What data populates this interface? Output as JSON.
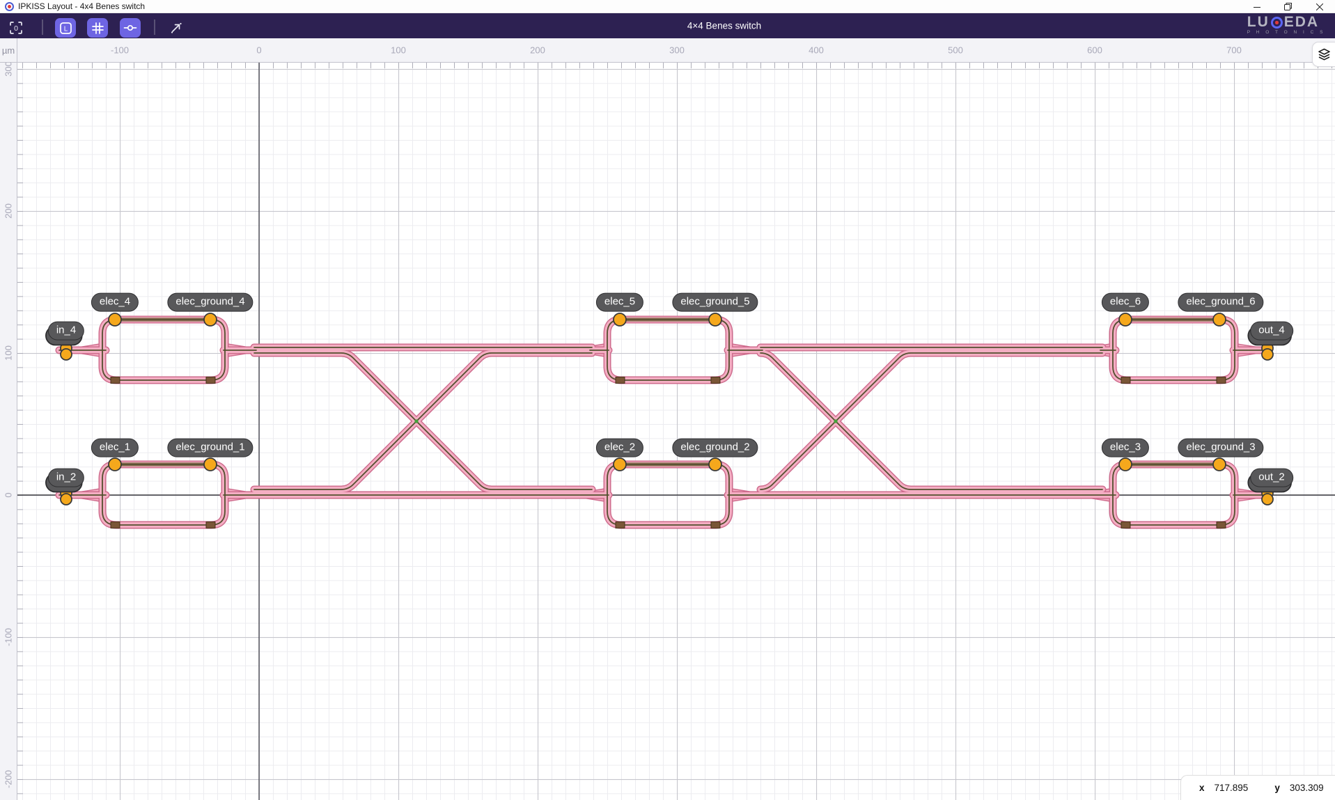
{
  "titlebar": {
    "title": "IPKISS Layout - 4x4 Benes switch"
  },
  "toolbar": {
    "title": "4×4 Benes switch",
    "fit_glyph": "0",
    "ruler_glyph": "L",
    "icons": [
      "zoom-fit",
      "ruler-toggle",
      "grid-toggle",
      "ports-toggle",
      "export-arrow"
    ],
    "logo_l1": "LU",
    "logo_l2": "EDA",
    "logo_sub": "P H O T O N I C S"
  },
  "rulers": {
    "unit": "µm",
    "top": [
      "-100",
      "0",
      "100",
      "200",
      "300",
      "400",
      "500",
      "600",
      "700"
    ],
    "left": [
      "300",
      "200",
      "100",
      "0",
      "-100",
      "-200"
    ]
  },
  "badge_texts": [
    "elec_4",
    "elec_ground_4",
    "elec_5",
    "elec_ground_5",
    "elec_6",
    "elec_ground_6",
    "elec_1",
    "elec_ground_1",
    "elec_2",
    "elec_ground_2",
    "elec_3",
    "elec_ground_3",
    "in_4",
    "in_2",
    "out_4",
    "out_2"
  ],
  "status": {
    "x_label": "x",
    "x_value": "717.895",
    "y_label": "y",
    "y_value": "303.309"
  },
  "colors": {
    "toolbar_bg": "#2d2152",
    "accent_button": "#6e65e3",
    "waveguide_fill": "#f4aec3",
    "waveguide_border": "#cf6d8e",
    "waveguide_core": "#53502f",
    "heater_metal": "#77603f",
    "port_orange": "#f5a81c",
    "badge_gray": "#58585a",
    "grid_minor": "#ececf0",
    "grid_major": "#c6c6cd",
    "crossing_dot": "#46a33c"
  }
}
